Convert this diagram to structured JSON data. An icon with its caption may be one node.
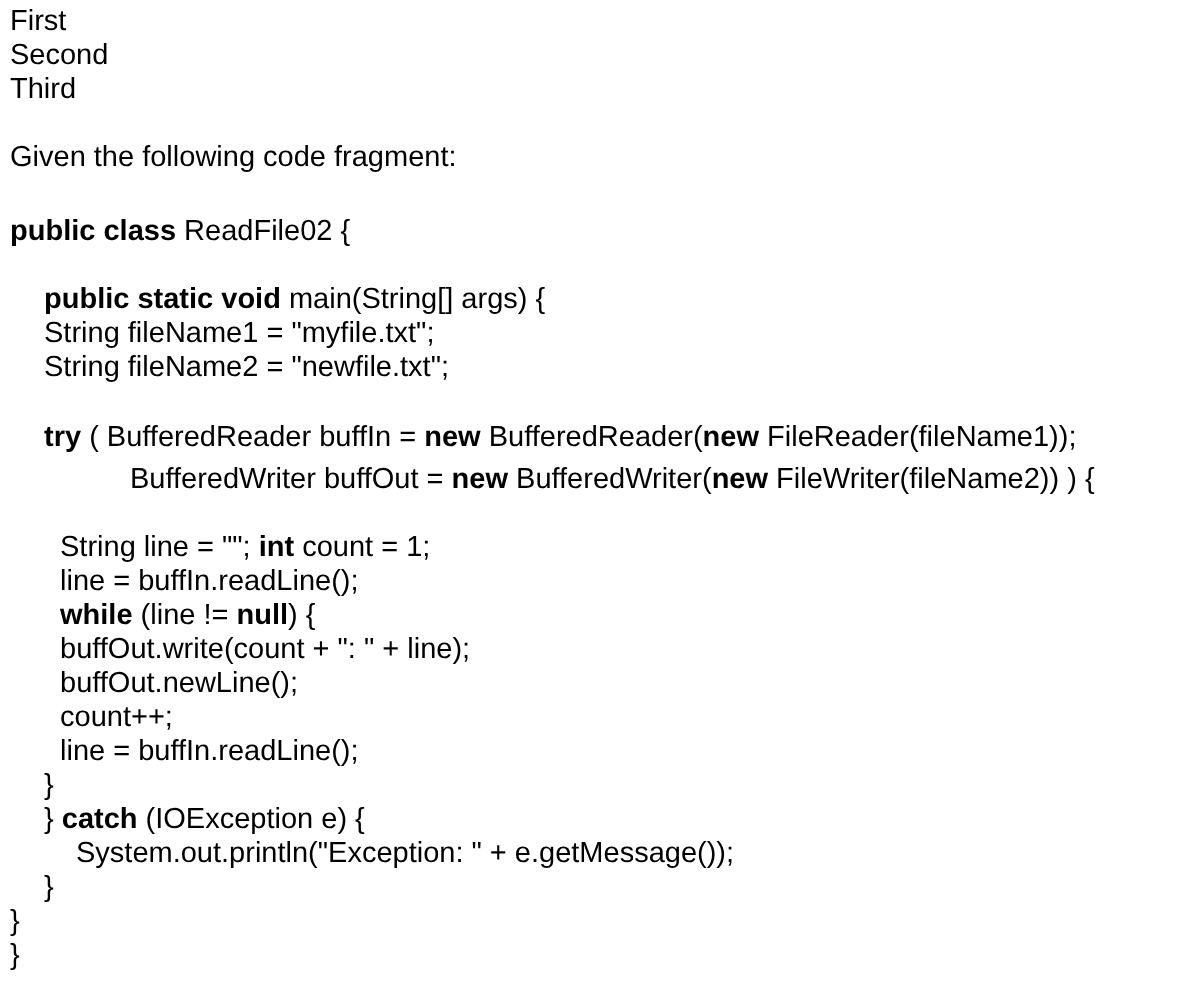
{
  "diagram": {
    "labels": [
      "First",
      "Second",
      "Third",
      "Given the following code fragment:",
      "**public class** ReadFile02 {",
      "**public static void** main(String[] args) {",
      "String fileName1 = \"myfile.txt\";",
      "String fileName2 = \"newfile.txt\";",
      "**try** (    BufferedReader buffIn = **new** BufferedReader(**new** FileReader(fileName1));",
      "BufferedWriter buffOut = **new** BufferedWriter(**new** FileWriter(fileName2)) ) {",
      "String line = \"\"; **int** count = 1;",
      "line = buffIn.readLine();",
      "**while** (line != **null**) {",
      "buffOut.write(count + \": \" + line);",
      "buffOut.newLine();",
      "count++;",
      "line = buffIn.readLine();",
      "}",
      "} **catch** (IOException e) {",
      "System.out.println(\"Exception: \" + e.getMessage());",
      "}",
      "}",
      "}"
    ]
  }
}
